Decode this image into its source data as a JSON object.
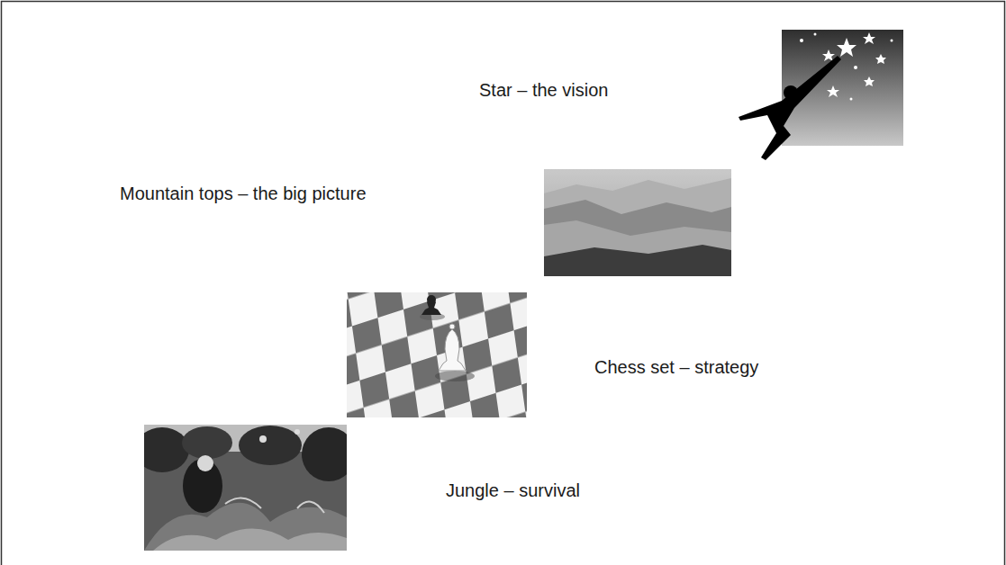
{
  "diagram": {
    "labels": [
      "Star – the vision",
      "Mountain tops – the big picture",
      "Chess set – strategy",
      "Jungle – survival"
    ]
  }
}
